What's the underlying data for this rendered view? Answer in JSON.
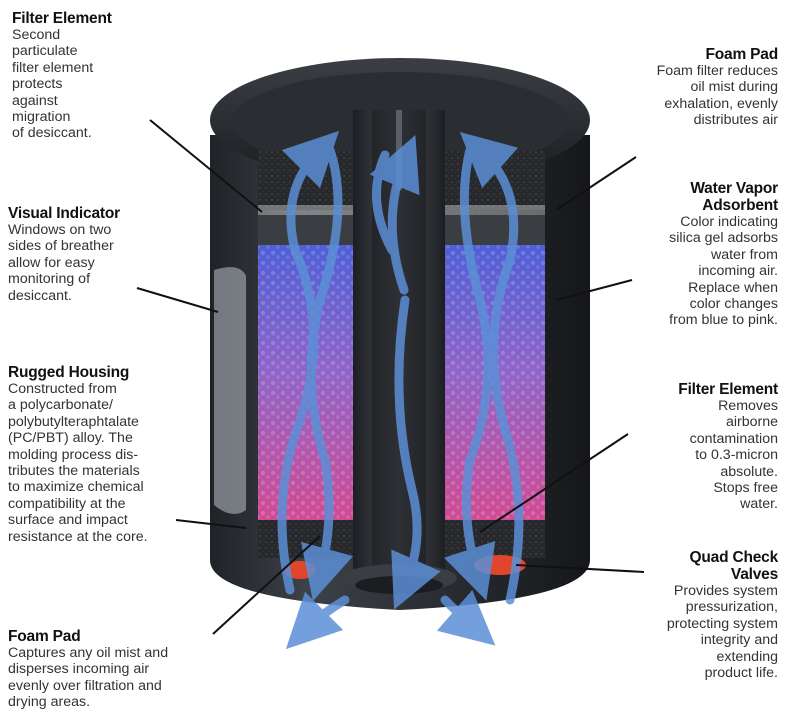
{
  "callouts": {
    "filter_element_top": {
      "title": "Filter Element",
      "text": "Second\nparticulate\nfilter element\nprotects\nagainst\nmigration\nof desiccant."
    },
    "visual_indicator": {
      "title": "Visual Indicator",
      "text": "Windows on two\nsides of breather\nallow for easy\nmonitoring of\ndesiccant."
    },
    "rugged_housing": {
      "title": "Rugged Housing",
      "text": "Constructed from\na polycarbonate/\npolybutylteraphtalate\n(PC/PBT) alloy.  The\nmolding process dis-\ntributes the materials\nto maximize chemical\ncompatibility at the\nsurface and impact\nresistance at the core."
    },
    "foam_pad_bottom": {
      "title": "Foam Pad",
      "text": "Captures any oil mist and\ndisperses incoming air\nevenly over filtration and\ndrying areas."
    },
    "foam_pad_top": {
      "title": "Foam Pad",
      "text": "Foam filter reduces\noil mist during\nexhalation, evenly\ndistributes air"
    },
    "water_vapor_adsorbent": {
      "title": "Water Vapor\nAdsorbent",
      "text": "Color indicating\nsilica gel adsorbs\nwater from\nincoming air.\nReplace when\ncolor changes\nfrom blue to pink."
    },
    "filter_element_right": {
      "title": "Filter Element",
      "text": "Removes\nairborne\ncontamination\nto 0.3-micron\nabsolute.\nStops free\nwater."
    },
    "quad_check_valves": {
      "title": "Quad Check\nValves",
      "text": "Provides system\npressurization,\nprotecting system\nintegrity and\nextending\nproduct life."
    }
  },
  "colors": {
    "housing_dark": "#2b2e33",
    "housing_mid": "#4a4e55",
    "desiccant_blue": "#6a6fd8",
    "desiccant_pink": "#d0488f",
    "foam": "#1e1f22",
    "valve_red": "#e0462e",
    "arrow_blue": "#5b8fd6"
  }
}
